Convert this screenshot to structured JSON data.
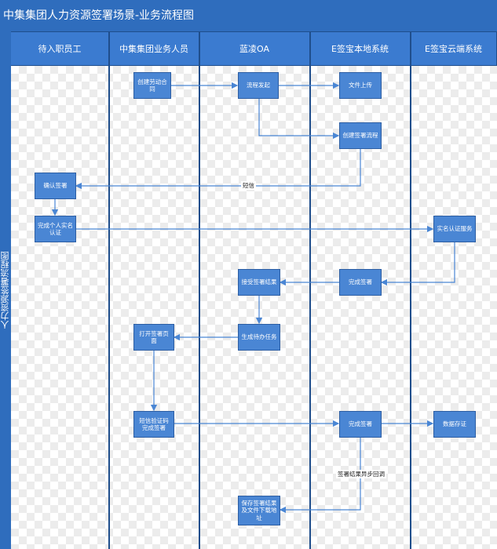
{
  "title": "中集集团人力资源签署场景-业务流程图",
  "diagram": {
    "side_label": "人力资源签署流程图",
    "lanes": [
      {
        "id": "employee",
        "label": "待入职员工"
      },
      {
        "id": "business",
        "label": "中集集团业务人员"
      },
      {
        "id": "oa",
        "label": "蓝凌OA"
      },
      {
        "id": "local",
        "label": "E签宝本地系统"
      },
      {
        "id": "cloud",
        "label": "E签宝云端系统"
      }
    ],
    "nodes": [
      {
        "id": "n1",
        "label": "创建劳动合同"
      },
      {
        "id": "n2",
        "label": "流程发起"
      },
      {
        "id": "n3",
        "label": "文件上传"
      },
      {
        "id": "n4",
        "label": "创建签署流程"
      },
      {
        "id": "n5",
        "label": "确认签署"
      },
      {
        "id": "n6",
        "label": "完成个人实名认证"
      },
      {
        "id": "n7",
        "label": "实名认证服务"
      },
      {
        "id": "n8",
        "label": "接受签署结果"
      },
      {
        "id": "n9",
        "label": "完成签署"
      },
      {
        "id": "n10",
        "label": "打开签署页面"
      },
      {
        "id": "n11",
        "label": "生成待办任务"
      },
      {
        "id": "n12",
        "label": "短信验证码完成签署"
      },
      {
        "id": "n13",
        "label": "完成签署"
      },
      {
        "id": "n14",
        "label": "数据存证"
      },
      {
        "id": "n15",
        "label": "保存签署结果及文件下载地址"
      }
    ],
    "edge_labels": {
      "sms": "短信",
      "async_callback": "签署结果异步回调"
    },
    "colors": {
      "header": "#2f6dbd",
      "node_fill": "#4a86d4",
      "arrow": "#4a86d4"
    }
  }
}
